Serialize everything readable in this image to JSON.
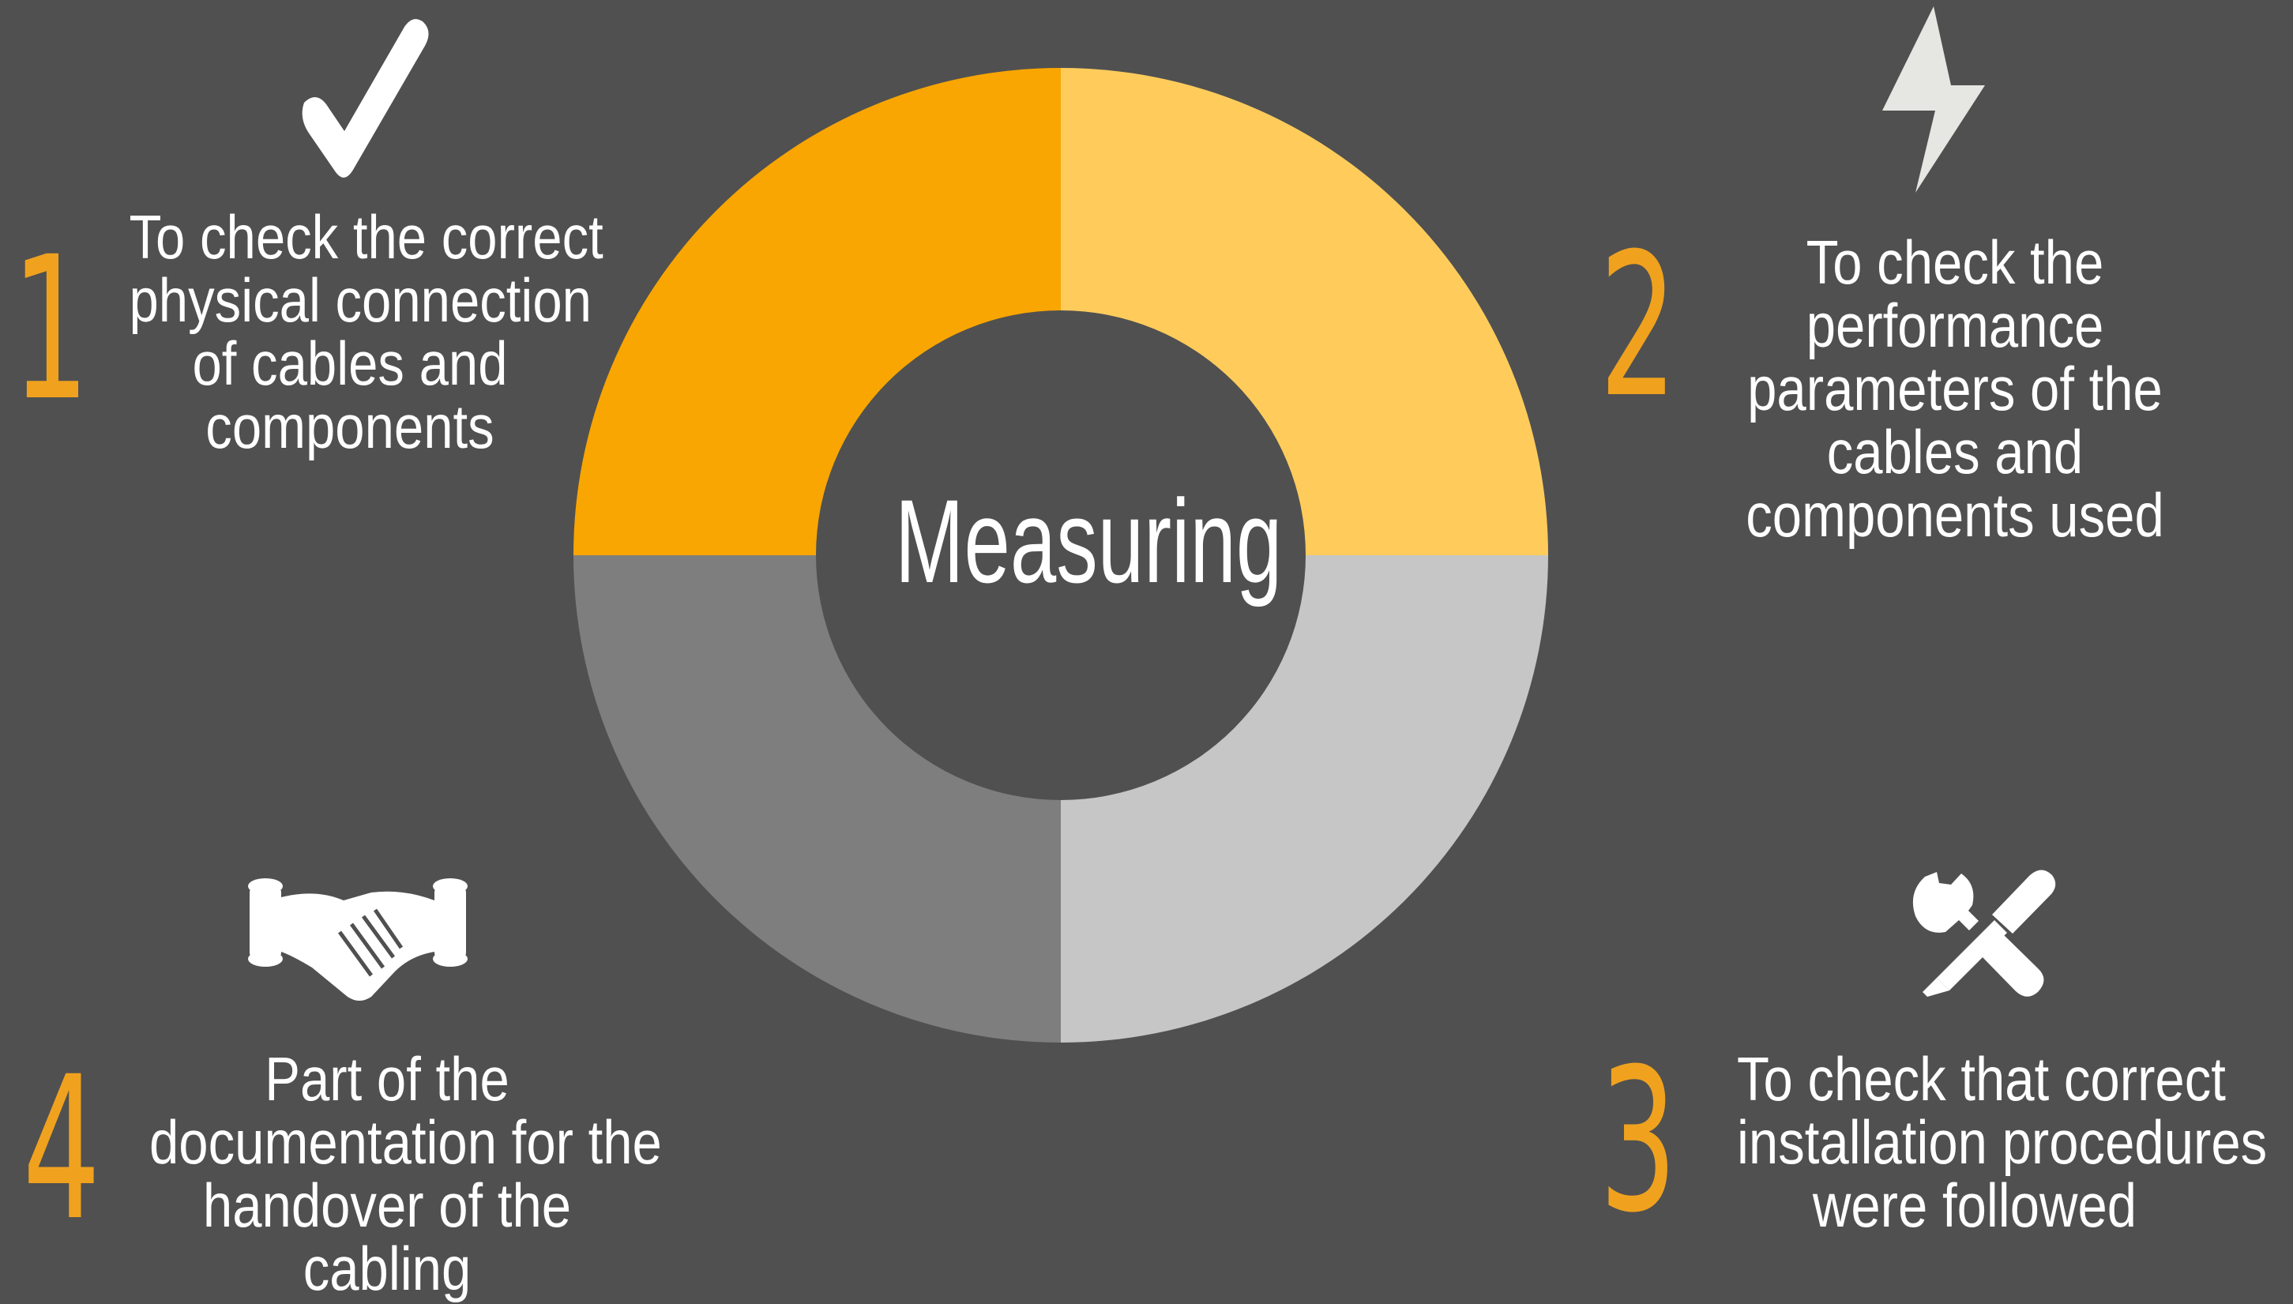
{
  "center": {
    "label": "Measuring"
  },
  "segments": [
    {
      "id": 1,
      "number": "1",
      "color": "#F9A602",
      "lines": [
        "To check the correct",
        "physical connection",
        "of cables and",
        "components"
      ],
      "icon": "checkmark-icon"
    },
    {
      "id": 2,
      "number": "2",
      "color": "#FFCC5C",
      "lines": [
        "To check the",
        "performance",
        "parameters of the",
        "cables and",
        "components used"
      ],
      "icon": "lightning-icon"
    },
    {
      "id": 3,
      "number": "3",
      "color": "#C6C6C6",
      "lines": [
        "To check that correct",
        "installation procedures",
        "were followed"
      ],
      "icon": "tools-icon"
    },
    {
      "id": 4,
      "number": "4",
      "color": "#7E7E7E",
      "lines": [
        "Part of the",
        "documentation for the",
        "handover of the",
        "cabling"
      ],
      "icon": "handshake-icon"
    }
  ],
  "colors": {
    "background": "#505050",
    "number": "#F0A21E",
    "text": "#FFFFFF",
    "hole": "#505050"
  }
}
